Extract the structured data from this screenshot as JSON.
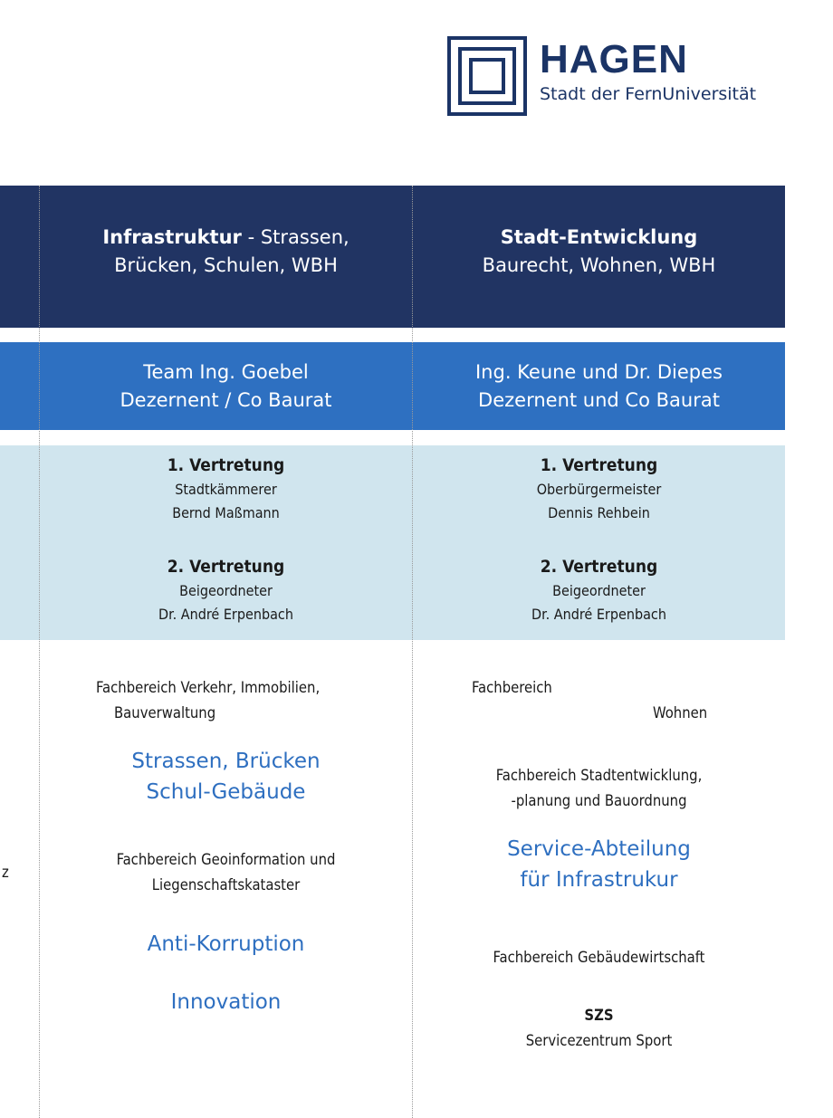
{
  "logo": {
    "name": "HAGEN",
    "subtitle": "Stadt der FernUniversität",
    "color": "#1b3466"
  },
  "colors": {
    "header_band": "#213463",
    "team_band": "#2e70c1",
    "vertretung_band": "#d0e5ee",
    "accent_text": "#2e6fc0"
  },
  "left_edge": {
    "fragment": "z"
  },
  "col_infra": {
    "header_bold": "Infrastruktur",
    "header_rest": " - Strassen,",
    "header_line2": "Brücken, Schulen, WBH",
    "team_line1": "Team Ing. Goebel",
    "team_line2": "Dezernent / Co Baurat",
    "v1_title": "1. Vertretung",
    "v1_role": "Stadtkämmerer",
    "v1_name": "Bernd Maßmann",
    "v2_title": "2. Vertretung",
    "v2_role": "Beigeordneter",
    "v2_name": "Dr. André Erpenbach",
    "fb1_line1": "Fachbereich Verkehr, Immobilien,",
    "fb1_line2": "Bauverwaltung",
    "blue1_line1": "Strassen, Brücken",
    "blue1_line2": "Schul-Gebäude",
    "fb2_line1": "Fachbereich Geoinformation und",
    "fb2_line2": "Liegenschaftskataster",
    "blue2": "Anti-Korruption",
    "blue3": "Innovation"
  },
  "col_stadt": {
    "header_line1": "Stadt-Entwicklung",
    "header_line2": "Baurecht, Wohnen, WBH",
    "team_line1": "Ing. Keune und Dr. Diepes",
    "team_line2": "Dezernent und Co Baurat",
    "v1_title": "1. Vertretung",
    "v1_role": "Oberbürgermeister",
    "v1_name": "Dennis Rehbein",
    "v2_title": "2. Vertretung",
    "v2_role": "Beigeordneter",
    "v2_name": "Dr. André Erpenbach",
    "fb1_line1": "Fachbereich",
    "fb1_line2": "Wohnen",
    "fb2_line1": "Fachbereich Stadtentwicklung,",
    "fb2_line2": "-planung und Bauordnung",
    "blue1_line1": "Service-Abteilung",
    "blue1_line2": "für Infrastrukur",
    "fb3": "Fachbereich Gebäudewirtschaft",
    "szs_title": "SZS",
    "szs_name": "Servicezentrum Sport"
  }
}
